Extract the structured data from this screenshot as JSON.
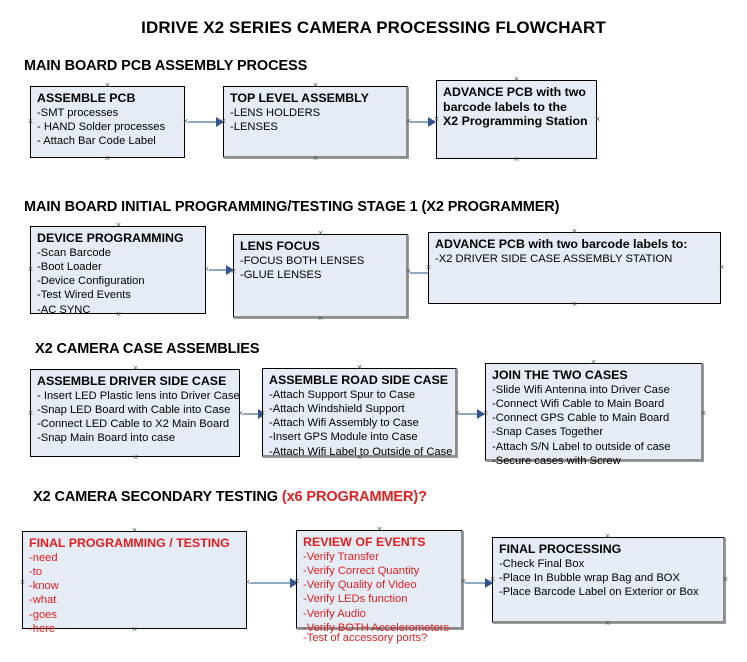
{
  "document": {
    "title": "IDRIVE X2  SERIES CAMERA PROCESSING FLOWCHART"
  },
  "colors": {
    "box_fill": "#e6ecf5",
    "box_border": "#000000",
    "box_shadow": "#8d8d8d",
    "arrow_shaft": "#8fa8c4",
    "arrow_head": "#33538c",
    "accent_red": "#e02020",
    "text": "#000000",
    "background": "#ffffff"
  },
  "sections": [
    {
      "id": "main-board-pcb-assembly",
      "heading": "MAIN BOARD PCB ASSEMBLY PROCESS",
      "heading_accent": "",
      "nodes": [
        {
          "id": "assemble-pcb",
          "title": "ASSEMBLE PCB",
          "items": [
            "-SMT processes",
            "- HAND Solder processes",
            "- Attach Bar Code Label"
          ]
        },
        {
          "id": "top-level-assembly",
          "title": "TOP LEVEL ASSEMBLY",
          "items": [
            "-LENS HOLDERS",
            "-LENSES"
          ]
        },
        {
          "id": "advance-pcb-programming-station",
          "title": "ADVANCE PCB with two barcode labels to the  X2 Programming Station",
          "title_lines": [
            "ADVANCE PCB with two",
            "barcode labels to the",
            " X2 Programming Station"
          ],
          "items": []
        }
      ]
    },
    {
      "id": "main-board-initial-programming",
      "heading": "MAIN BOARD INITIAL PROGRAMMING/TESTING STAGE 1 (X2 PROGRAMMER)",
      "heading_accent": "",
      "nodes": [
        {
          "id": "device-programming",
          "title": "DEVICE PROGRAMMING",
          "items": [
            "-Scan Barcode",
            "-Boot Loader",
            "-Device Configuration",
            "-Test Wired Events",
            "-AC SYNC"
          ]
        },
        {
          "id": "lens-focus",
          "title": "LENS FOCUS",
          "items": [
            "-FOCUS BOTH LENSES",
            "-GLUE LENSES"
          ]
        },
        {
          "id": "advance-pcb-driver-side-station",
          "title": "ADVANCE PCB with two barcode labels to:",
          "items": [
            "-X2 DRIVER  SIDE  CASE  ASSEMBLY STATION"
          ]
        }
      ]
    },
    {
      "id": "x2-camera-case-assemblies",
      "heading": "X2 CAMERA CASE ASSEMBLIES",
      "heading_accent": "",
      "nodes": [
        {
          "id": "assemble-driver-side-case",
          "title": "ASSEMBLE DRIVER SIDE CASE",
          "items": [
            "- Insert LED Plastic lens into Driver Case",
            "-Snap LED Board with Cable into Case",
            "-Connect LED Cable to X2 Main Board",
            "-Snap Main Board into case"
          ]
        },
        {
          "id": "assemble-road-side-case",
          "title": "ASSEMBLE ROAD SIDE CASE",
          "items": [
            "-Attach Support Spur to Case",
            "-Attach Windshield Support",
            "-Attach Wifi Assembly to Case",
            "-Insert GPS Module into Case",
            "-Attach Wifi Label to Outside of Case"
          ]
        },
        {
          "id": "join-the-two-cases",
          "title": "JOIN THE TWO CASES",
          "items": [
            "-Slide Wifi Antenna into Driver Case",
            "-Connect Wifi Cable to Main Board",
            "-Connect GPS Cable to Main Board",
            "-Snap Cases Together",
            "-Attach S/N Label to outside of case",
            "-Secure cases with Screw"
          ]
        }
      ]
    },
    {
      "id": "x2-camera-secondary-testing",
      "heading": "X2 CAMERA SECONDARY TESTING ",
      "heading_accent": "(x6 PROGRAMMER)?",
      "nodes": [
        {
          "id": "final-programming-testing",
          "title": "FINAL PROGRAMMING / TESTING",
          "items": [
            "-need",
            "-to",
            "-know",
            "-what",
            "-goes",
            "-here"
          ]
        },
        {
          "id": "review-of-events",
          "title": "REVIEW OF EVENTS",
          "items": [
            "-Verify Transfer",
            "-Verify Correct Quantity",
            "-Verify Quality of Video",
            "-Verify LEDs function",
            "-Verify Audio",
            "-Verify BOTH Accelerometers"
          ],
          "overflow_item": "-Test of accessory ports?"
        },
        {
          "id": "final-processing",
          "title": "FINAL PROCESSING",
          "items": [
            " -Check Final Box",
            "-Place In Bubble wrap Bag and BOX",
            "-Place Barcode Label on Exterior or Box"
          ]
        }
      ]
    }
  ]
}
